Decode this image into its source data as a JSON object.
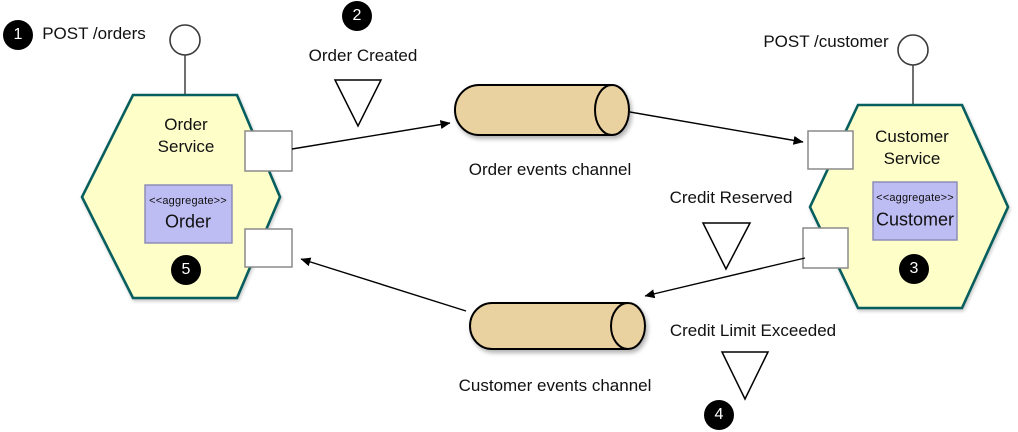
{
  "colors": {
    "service_fill": "#FEFEC9",
    "service_border": "#075E5E",
    "aggregate_fill": "#BDBCF3",
    "aggregate_border": "#8888B4",
    "channel_fill": "#EAD1A0",
    "channel_border": "#000000",
    "badge_bg": "#000000",
    "badge_text": "#FFFFFF"
  },
  "services": {
    "order": {
      "name": "Order\nService",
      "aggregate_stereotype": "<<aggregate>>",
      "aggregate_name": "Order",
      "step_badge": "5",
      "api_label": "POST /orders",
      "api_step_badge": "1"
    },
    "customer": {
      "name": "Customer\nService",
      "aggregate_stereotype": "<<aggregate>>",
      "aggregate_name": "Customer",
      "step_badge": "3",
      "api_label": "POST /customer"
    }
  },
  "channels": {
    "order_events": {
      "label": "Order events channel"
    },
    "customer_events": {
      "label": "Customer events channel"
    }
  },
  "events": {
    "order_created": {
      "label": "Order Created",
      "step_badge": "2"
    },
    "credit_reserved": {
      "label": "Credit Reserved"
    },
    "credit_limit_exceeded": {
      "label": "Credit Limit Exceeded",
      "step_badge": "4"
    }
  }
}
